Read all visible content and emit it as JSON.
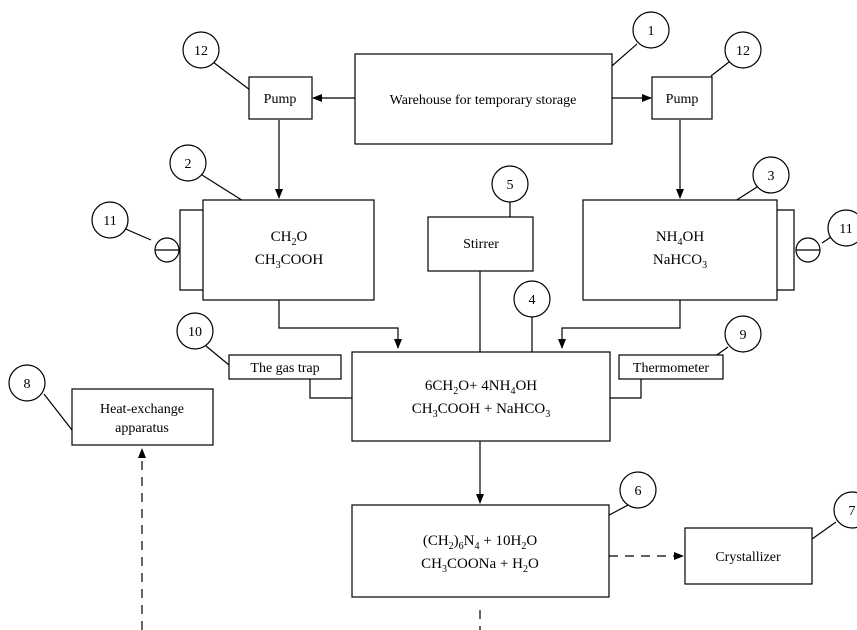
{
  "boxes": {
    "warehouse": "Warehouse for temporary storage",
    "pump_left": "Pump",
    "pump_right": "Pump",
    "stirrer": "Stirrer",
    "gas_trap": "The gas trap",
    "thermometer": "Thermometer",
    "heat_exchange_line1": "Heat-exchange",
    "heat_exchange_line2": "apparatus",
    "crystallizer": "Crystallizer"
  },
  "vessels": {
    "left_line1": "CH2O",
    "left_line2": "CH3COOH",
    "right_line1": "NH4OH",
    "right_line2": "NaHCO3",
    "reactor_line1": "6CH2O+ 4NH4OH",
    "reactor_line2": "CH3COOH + NaHCO3",
    "product_line1": "(CH2)6N4 + 10H2O",
    "product_line2": "CH3COONa + H2O"
  },
  "callouts": {
    "n1": "1",
    "n2": "2",
    "n3": "3",
    "n4": "4",
    "n5": "5",
    "n6": "6",
    "n7": "7",
    "n8": "8",
    "n9": "9",
    "n10": "10",
    "n11_left": "11",
    "n11_right": "11",
    "n12_left": "12",
    "n12_right": "12"
  },
  "colors": {
    "stroke": "#000000",
    "background": "#ffffff"
  }
}
